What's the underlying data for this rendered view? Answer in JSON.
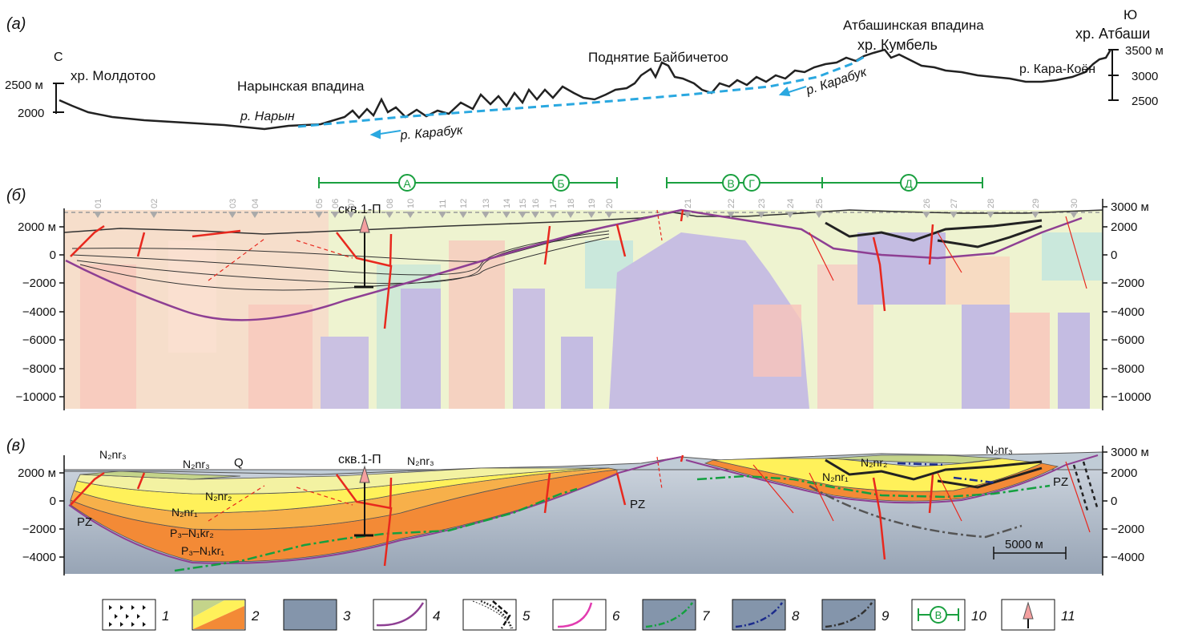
{
  "panels": {
    "a": "(а)",
    "b": "(б)",
    "v": "(в)"
  },
  "panel_a": {
    "north": "С",
    "south": "Ю",
    "ridge_moldotoo": "хр. Молдотоо",
    "naryn_depression": "Нарынская впадина",
    "river_naryn": "р. Нарын",
    "river_karabuk_1": "р. Карабук",
    "river_karabuk_2": "р. Карабук",
    "baibichetoo": "Поднятие Байбичетоо",
    "atbashi_depression": "Атбашинская впадина",
    "ridge_kumbel": "хр. Кумбель",
    "river_karakoyon": "р. Кара-Коён",
    "ridge_atbashi": "хр. Атбаши",
    "left_scale": [
      "2500 м",
      "2000"
    ],
    "right_scale": [
      "3500 м",
      "3000",
      "2500"
    ]
  },
  "panel_b": {
    "segments": [
      "А",
      "Б",
      "В",
      "Г",
      "Д"
    ],
    "well": "скв.1-П",
    "stations": [
      "01",
      "02",
      "03",
      "04",
      "05",
      "06",
      "07",
      "08",
      "10",
      "11",
      "12",
      "13",
      "14",
      "15",
      "16",
      "17",
      "18",
      "19",
      "20",
      "21",
      "22",
      "23",
      "24",
      "25",
      "26",
      "27",
      "28",
      "29",
      "30"
    ],
    "left_axis": [
      "2000 м",
      "0",
      "−2000",
      "−4000",
      "−6000",
      "−8000",
      "−10000"
    ],
    "right_axis": [
      "3000 м",
      "2000",
      "0",
      "−2000",
      "−4000",
      "−6000",
      "−8000",
      "−10000"
    ]
  },
  "panel_v": {
    "well": "скв.1-П",
    "labels": {
      "n2nr3_a": "N₂nr₃",
      "n2nr3_b": "N₂nr₃",
      "n2nr3_c": "N₂nr₃",
      "n2nr3_d": "N₂nr₃",
      "q": "Q",
      "n2nr2_a": "N₂nr₂",
      "n2nr2_b": "N₂nr₂",
      "n2nr1_a": "N₂nr₁",
      "n2nr1_b": "N₂nr₁",
      "kr2": "Р₃–N₁kr₂",
      "kr1": "Р₃–N₁kr₁",
      "pz_left": "PZ",
      "pz_mid": "PZ",
      "pz_right": "PZ"
    },
    "scale_bar": "5000 м",
    "left_axis": [
      "2000 м",
      "0",
      "−2000",
      "−4000"
    ],
    "right_axis": [
      "3000 м",
      "2000",
      "0",
      "−2000",
      "−4000"
    ]
  },
  "legend": [
    "1",
    "2",
    "3",
    "4",
    "5",
    "6",
    "7",
    "8",
    "9",
    "10",
    "11"
  ],
  "legend_segment_letter": "В",
  "colors": {
    "fault": "#e8281e",
    "basement_top": "#8e3f93",
    "river_profile": "#2aa8e0",
    "segments": "#1aa040",
    "green_dashdot": "#14a040",
    "blue_dashdot": "#1c2c8c",
    "grey_dashdot": "#555555",
    "basement": "#9aa8b8"
  }
}
